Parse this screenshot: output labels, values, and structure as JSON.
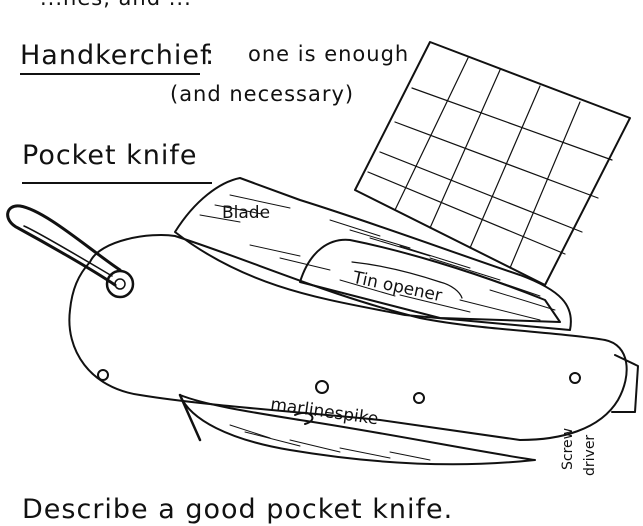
{
  "top_fragment": "...nes, and ...",
  "handkerchief": {
    "title": "Handkerchief",
    "colon": ":",
    "note_line1": "one is enough",
    "note_line2": "(and necessary)"
  },
  "pocket_knife": {
    "title": "Pocket knife",
    "labels": {
      "blade": "Blade",
      "tin_opener": "Tin opener",
      "marlinespike": "marlinespike",
      "screwdriver_line1": "Screw",
      "screwdriver_line2": "driver"
    }
  },
  "prompt": "Describe a good pocket knife."
}
